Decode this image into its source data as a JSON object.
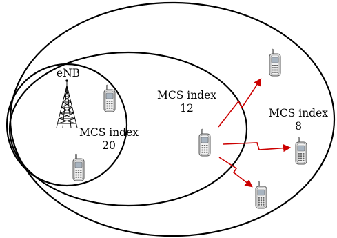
{
  "enb_label": "eNB",
  "zones": [
    {
      "name_line1": "MCS index",
      "name_line2": "20"
    },
    {
      "name_line1": "MCS index",
      "name_line2": "12"
    },
    {
      "name_line1": "MCS index",
      "name_line2": "8"
    }
  ],
  "colors": {
    "zone_border": "#000000",
    "link_arrow": "#cc0000",
    "phone_body": "#d8d8d8",
    "phone_screen": "#a8b4c0"
  },
  "icons": {
    "base_station": "cell-tower-icon",
    "user_equipment": "mobile-phone-icon"
  }
}
